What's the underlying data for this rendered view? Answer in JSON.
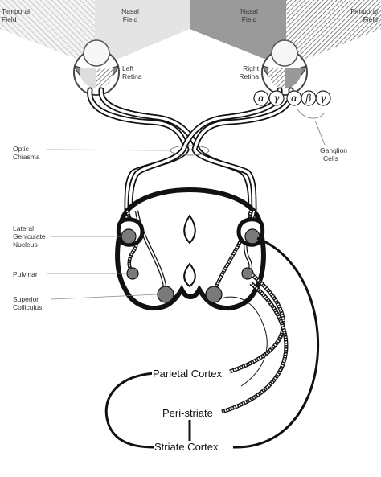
{
  "fields": {
    "temporal_left": [
      "Temporal",
      "Field"
    ],
    "nasal_left": [
      "Nasal",
      "Field"
    ],
    "nasal_right": [
      "Nasal",
      "Field"
    ],
    "temporal_right": [
      "Temporal",
      "Field"
    ]
  },
  "retina": {
    "left": [
      "Left",
      "Retina"
    ],
    "right": [
      "Right",
      "Retina"
    ]
  },
  "ganglion": {
    "label": [
      "Ganglion",
      "Cells"
    ],
    "symbols": [
      "α",
      "γ",
      "α",
      "β",
      "γ"
    ]
  },
  "side_labels": {
    "optic_chiasma": [
      "Optic",
      "Chiasma"
    ],
    "lgn": [
      "Lateral",
      "Geniculate",
      "Nucleus"
    ],
    "pulvinar": [
      "Pulvinar"
    ],
    "superior_colliculus": [
      "Superior",
      "Colliculus"
    ]
  },
  "cortex": {
    "parietal": "Parietal Cortex",
    "peristriate": "Peri-striate",
    "striate": "Striate Cortex"
  },
  "colors": {
    "line": "#111111",
    "nucleus_fill": "#7a7a7a",
    "field_light": "#e4e4e4",
    "field_dark": "#9a9a9a"
  }
}
